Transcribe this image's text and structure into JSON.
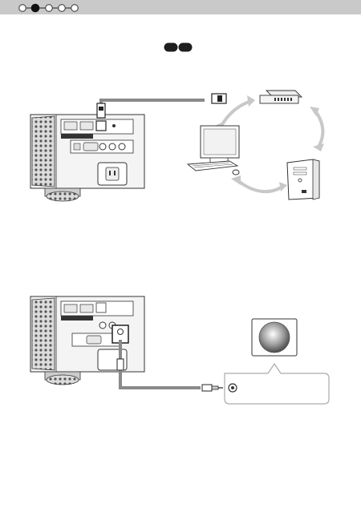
{
  "header": {
    "step_count": 5,
    "active_step": 2,
    "background": "#c9c9c9"
  },
  "badge": {
    "icon": "double-pill-icon",
    "color": "#1e1e1e"
  },
  "figures": [
    {
      "id": "lan-connection",
      "items": [
        "projector-rear-panel",
        "lan-cable",
        "lan-hub",
        "computer",
        "server",
        "link-arrows"
      ]
    },
    {
      "id": "trigger-connection",
      "items": [
        "projector-rear-panel",
        "trigger-cable",
        "mini-plug",
        "speaker-device",
        "trigger-jack-callout"
      ]
    }
  ],
  "colors": {
    "cable": "#8a8a8a",
    "line": "#333333",
    "panel": "#f2f2f2",
    "arrow": "#c8c8c8"
  }
}
